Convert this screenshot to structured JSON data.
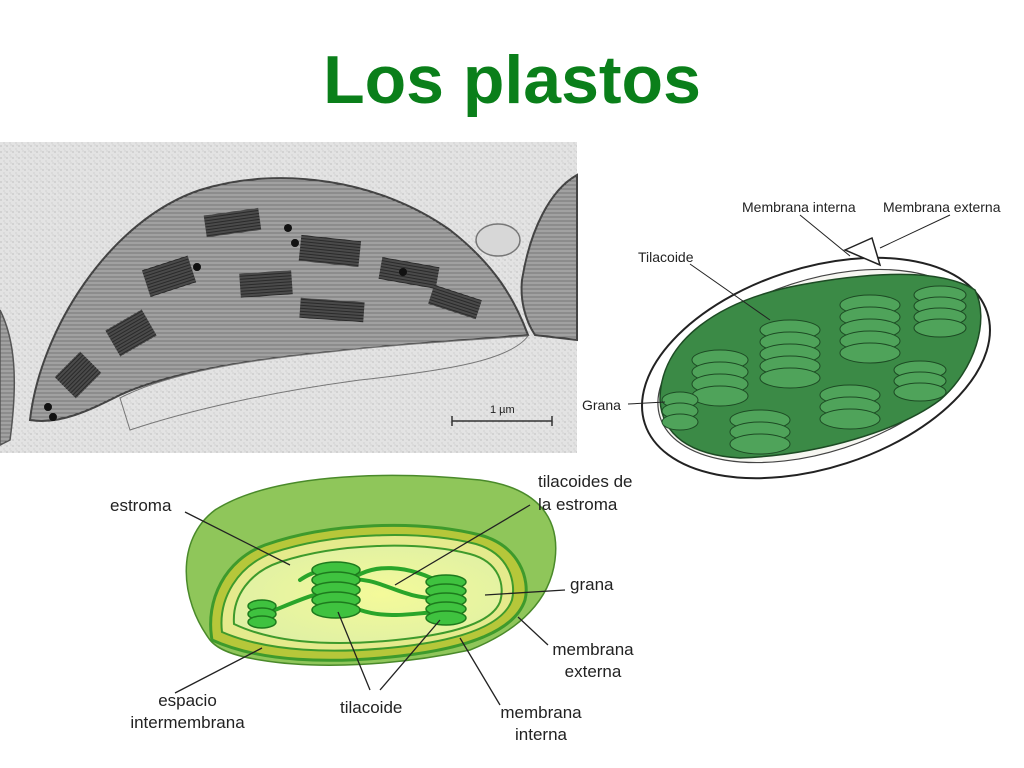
{
  "title": "Los plastos",
  "colors": {
    "title": "#0a7f1a",
    "stroma_outer": "#8fc65a",
    "stroma_inner": "#f1f7a8",
    "membrane": "#3e9a2c",
    "grana": "#3fc23f",
    "chloroplast_green": "#3b8a46",
    "micrograph_bg": "#e4e4e4"
  },
  "micrograph": {
    "scale_bar": "1 µm"
  },
  "chloroplast_3d": {
    "labels": {
      "inner_membrane": "Membrana interna",
      "outer_membrane": "Membrana externa",
      "thylakoid": "Tilacoide",
      "grana": "Grana"
    }
  },
  "chloroplast_section": {
    "labels": {
      "stroma": "estroma",
      "stroma_thylakoids_1": "tilacoides de",
      "stroma_thylakoids_2": "la estroma",
      "grana": "grana",
      "outer_membrane_1": "membrana",
      "outer_membrane_2": "externa",
      "intermembrane_1": "espacio",
      "intermembrane_2": "intermembrana",
      "thylakoid": "tilacoide",
      "inner_membrane_1": "membrana",
      "inner_membrane_2": "interna"
    }
  }
}
